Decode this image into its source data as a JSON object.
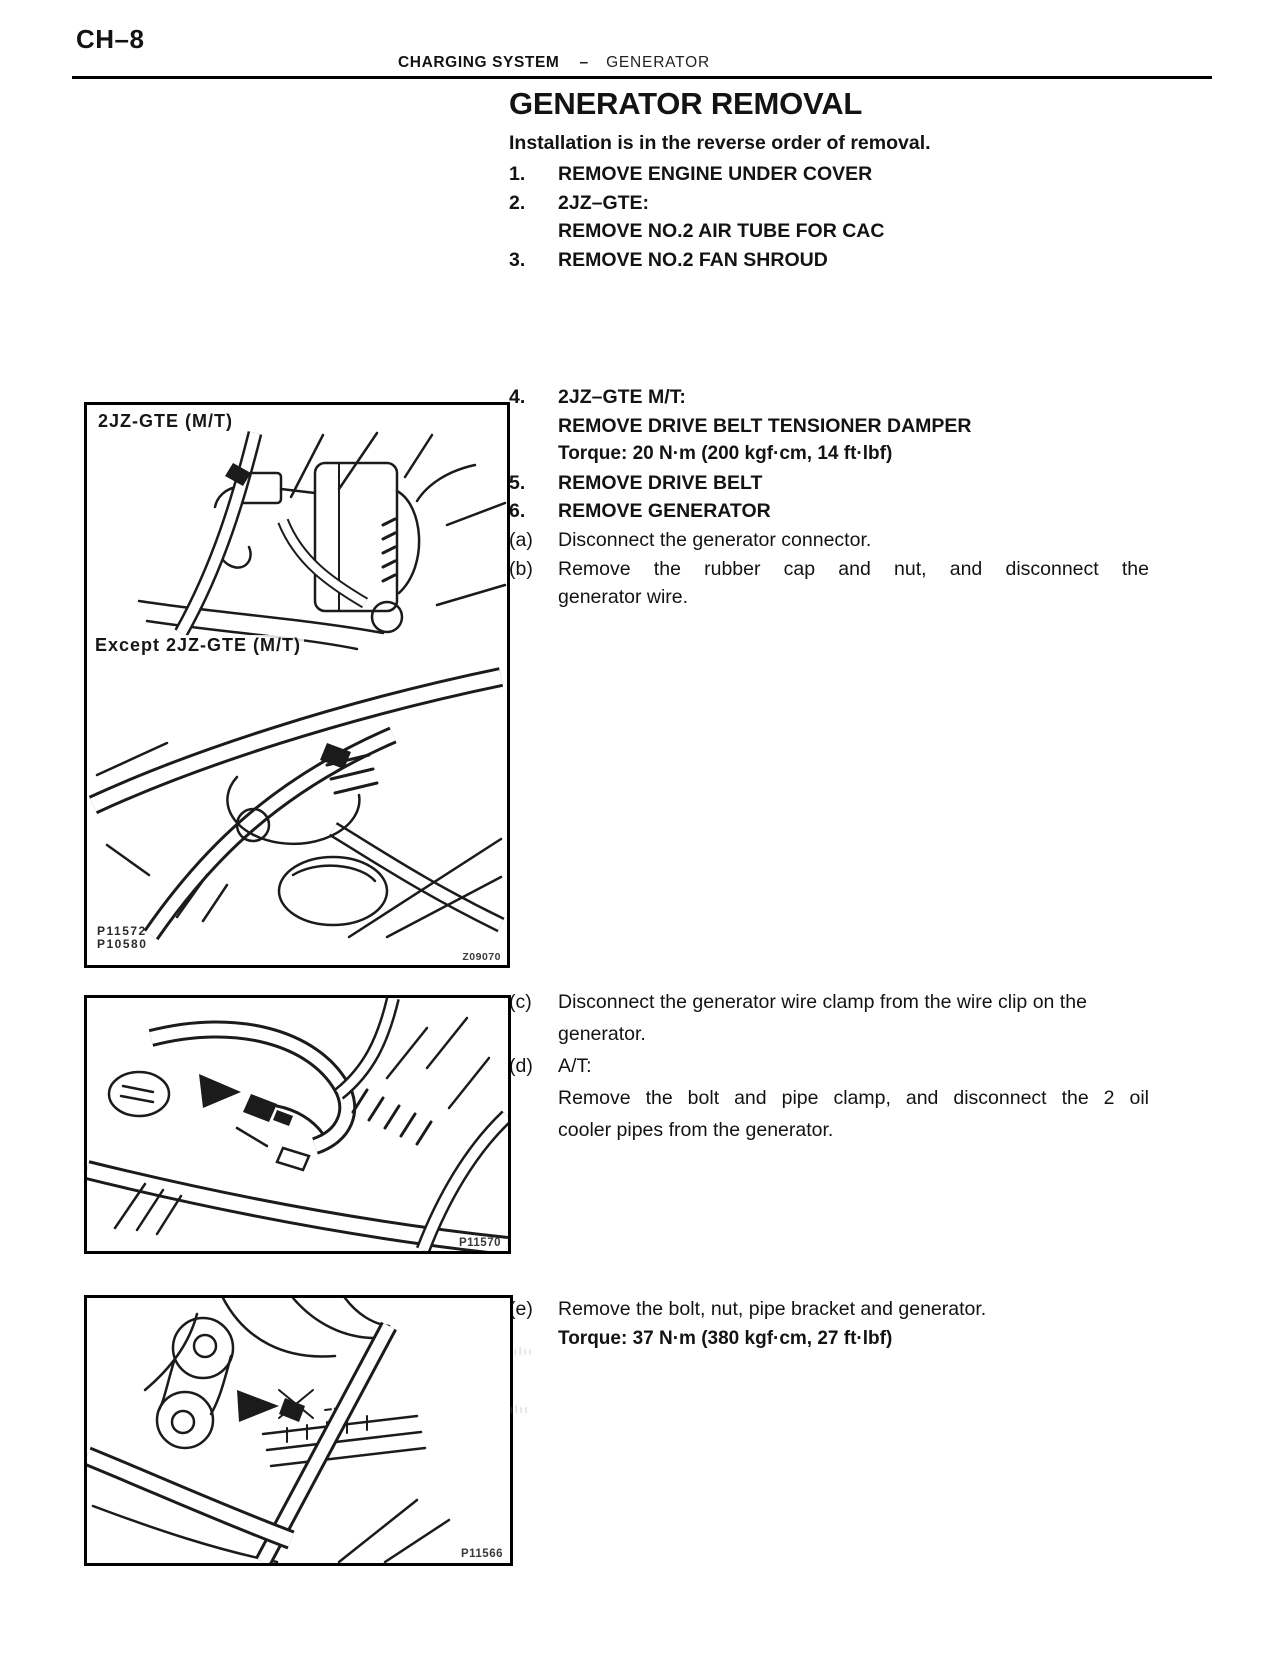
{
  "header": {
    "chapter_code": "CH–8",
    "section": "CHARGING SYSTEM",
    "separator": "–",
    "topic": "GENERATOR"
  },
  "title": "GENERATOR REMOVAL",
  "intro": "Installation is in the reverse order of removal.",
  "steps_top": [
    {
      "num": "1.",
      "lines": [
        "REMOVE ENGINE UNDER COVER"
      ]
    },
    {
      "num": "2.",
      "lines": [
        "2JZ–GTE:",
        "REMOVE NO.2 AIR TUBE FOR CAC"
      ]
    },
    {
      "num": "3.",
      "lines": [
        "REMOVE NO.2 FAN SHROUD"
      ]
    }
  ],
  "steps_mid": [
    {
      "num": "4.",
      "lines": [
        "2JZ–GTE M/T:",
        "REMOVE DRIVE BELT TENSIONER DAMPER"
      ],
      "torque": "Torque: 20 N·m (200 kgf·cm, 14 ft·lbf)"
    },
    {
      "num": "5.",
      "lines": [
        "REMOVE DRIVE BELT"
      ]
    },
    {
      "num": "6.",
      "lines": [
        "REMOVE GENERATOR"
      ]
    }
  ],
  "substeps_ab": [
    {
      "label": "(a)",
      "lines": [
        "Disconnect the generator connector."
      ]
    },
    {
      "label": "(b)",
      "lines": [
        "Remove the rubber cap and nut, and disconnect the",
        "generator wire."
      ]
    }
  ],
  "substeps_cd": [
    {
      "label": "(c)",
      "lines": [
        "Disconnect the generator wire clamp from the wire clip on the",
        "generator."
      ]
    },
    {
      "label": "(d)",
      "lines": [
        "A/T:",
        "Remove the bolt and pipe clamp, and disconnect the 2 oil",
        "cooler pipes from the generator."
      ]
    }
  ],
  "substep_e": {
    "label": "(e)",
    "text": "Remove the bolt, nut, pipe bracket and generator.",
    "torque": "Torque: 37 N·m (380 kgf·cm, 27 ft·lbf)"
  },
  "figures": {
    "fig1": {
      "variant_label": "2JZ-GTE (M/T)",
      "except_label": "Except 2JZ-GTE (M/T)",
      "code_left_1": "P11572",
      "code_left_2": "P10580",
      "code_right": "Z09070"
    },
    "fig2": {
      "code": "P11570"
    },
    "fig3": {
      "code": "P11566"
    }
  },
  "artifacts": {
    "smudge_1": "ılıı",
    "smudge_2": "ılıı"
  },
  "colors": {
    "ink": "#1b1b1b",
    "paper": "#ffffff"
  }
}
